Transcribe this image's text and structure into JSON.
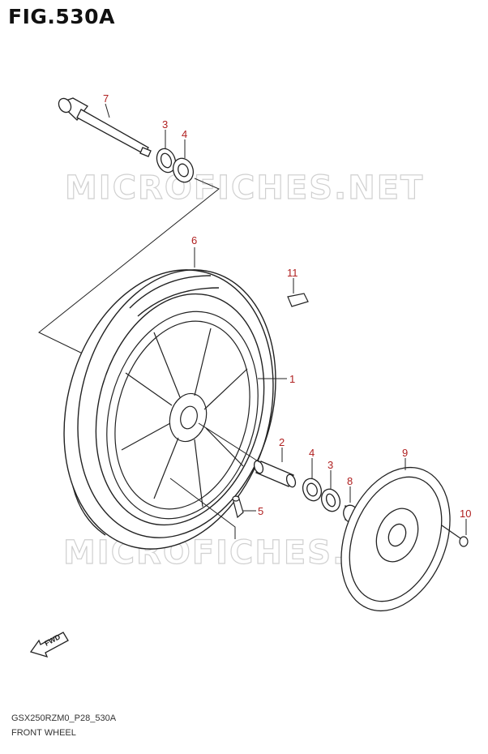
{
  "title": "FIG.530A",
  "footer": {
    "code": "GSX250RZM0_P28_530A",
    "name": "FRONT WHEEL"
  },
  "watermark": "MICROFICHES.NET",
  "fwd_label": "FWD",
  "callouts": [
    "1",
    "2",
    "3",
    "3",
    "4",
    "4",
    "5",
    "6",
    "7",
    "8",
    "9",
    "10",
    "11"
  ],
  "colors": {
    "callout": "#b02020",
    "line": "#222222",
    "watermark": "#d0d0d0"
  }
}
